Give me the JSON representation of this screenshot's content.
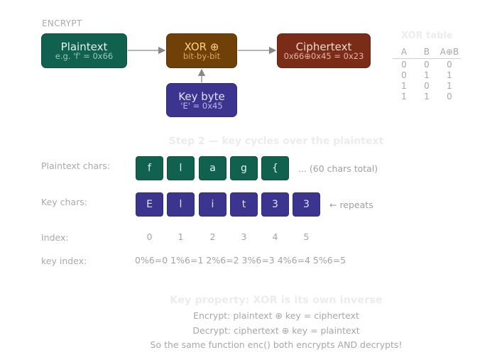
{
  "section_label": "ENCRYPT",
  "boxes": {
    "plaintext": {
      "title": "Plaintext",
      "sub": "e.g. 'f' = 0x66"
    },
    "xor": {
      "title": "XOR ⊕",
      "sub": "bit-by-bit"
    },
    "ciphertext": {
      "title": "Ciphertext",
      "sub": "0x66⊕0x45 = 0x23"
    },
    "key": {
      "title": "Key byte",
      "sub": "'E' = 0x45"
    }
  },
  "xor_table": {
    "title": "XOR table",
    "headers": [
      "A",
      "B",
      "A⊕B"
    ],
    "rows": [
      [
        "0",
        "0",
        "0"
      ],
      [
        "0",
        "1",
        "1"
      ],
      [
        "1",
        "0",
        "1"
      ],
      [
        "1",
        "1",
        "0"
      ]
    ]
  },
  "step2_title": "Step 2 — key cycles over the plaintext",
  "plaintext_row": {
    "label": "Plaintext chars:",
    "chars": [
      "f",
      "l",
      "a",
      "g",
      "{"
    ],
    "note": "... (60 chars total)"
  },
  "key_row": {
    "label": "Key chars:",
    "chars": [
      "E",
      "l",
      "i",
      "t",
      "3",
      "3"
    ],
    "note": "← repeats"
  },
  "index_row": {
    "label": "Index:",
    "values": [
      "0",
      "1",
      "2",
      "3",
      "4",
      "5"
    ]
  },
  "key_index_row": {
    "label": "key index:",
    "text": "0%6=0 1%6=1 2%6=2 3%6=3 4%6=4 5%6=5"
  },
  "key_property": {
    "title": "Key property: XOR is its own inverse",
    "lines": [
      "Encrypt: plaintext ⊕ key = ciphertext",
      "Decrypt: ciphertext ⊕ key = plaintext",
      "So the same function enc() both encrypts AND decrypts!"
    ]
  },
  "colors": {
    "plaintext_box": "#11614f",
    "xor_box": "#6f4008",
    "ciphertext_box": "#7b2c18",
    "key_box": "#3c3590",
    "arrow": "#888888"
  }
}
